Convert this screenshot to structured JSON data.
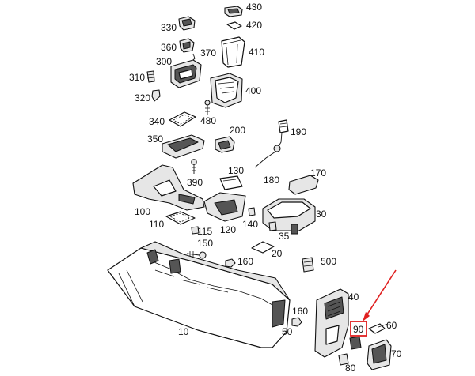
{
  "diagram": {
    "callouts": {
      "c430": "430",
      "c420": "420",
      "c410": "410",
      "c400": "400",
      "c330": "330",
      "c360": "360",
      "c370": "370",
      "c300": "300",
      "c310": "310",
      "c320": "320",
      "c340": "340",
      "c480": "480",
      "c200": "200",
      "c190": "190",
      "c350": "350",
      "c390": "390",
      "c180": "180",
      "c170": "170",
      "c130": "130",
      "c100": "100",
      "c30": "30",
      "c110": "110",
      "c120": "120",
      "c115": "115",
      "c140": "140",
      "c35": "35",
      "c20": "20",
      "c150": "150",
      "c160a": "160",
      "c500": "500",
      "c40": "40",
      "c10": "10",
      "c160b": "160",
      "c50": "50",
      "c90": "90",
      "c60": "60",
      "c70": "70",
      "c80": "80"
    },
    "highlight": {
      "part": "90",
      "color": "#e02020"
    }
  }
}
